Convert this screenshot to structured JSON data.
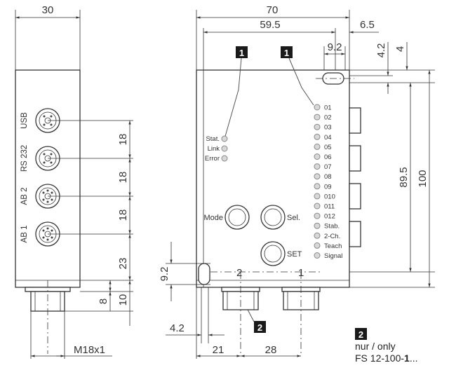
{
  "left_view": {
    "width_dim": "30",
    "connectors": [
      "USB",
      "RS 232",
      "AB 2",
      "AB 1"
    ],
    "spacing_dims": [
      "18",
      "18",
      "18",
      "23"
    ],
    "thread_dims": [
      "8",
      "10"
    ],
    "thread_label": "M18x1"
  },
  "right_view": {
    "top_dims": [
      "70",
      "59.5",
      "6.5",
      "9.2",
      "4.2",
      "4"
    ],
    "side_dims": [
      "89.5",
      "100"
    ],
    "left_dims": [
      "9.2",
      "4.2"
    ],
    "bottom_dims": [
      "21",
      "28"
    ],
    "callout_numbers": [
      "1",
      "1",
      "2"
    ],
    "status_leds": [
      "Stat.",
      "Link",
      "Error"
    ],
    "channel_leds": [
      "01",
      "02",
      "03",
      "04",
      "05",
      "06",
      "07",
      "08",
      "09",
      "010",
      "011",
      "012",
      "Stab.",
      "2-Ch.",
      "Teach",
      "Signal"
    ],
    "buttons": [
      "Mode",
      "Sel.",
      "SET"
    ],
    "section_labels": [
      "2",
      "1"
    ]
  },
  "legend": {
    "number": "2",
    "line1": "nur / only",
    "line2_prefix": "FS 12-100-",
    "line2_bold": "1",
    "line2_suffix": "..."
  }
}
